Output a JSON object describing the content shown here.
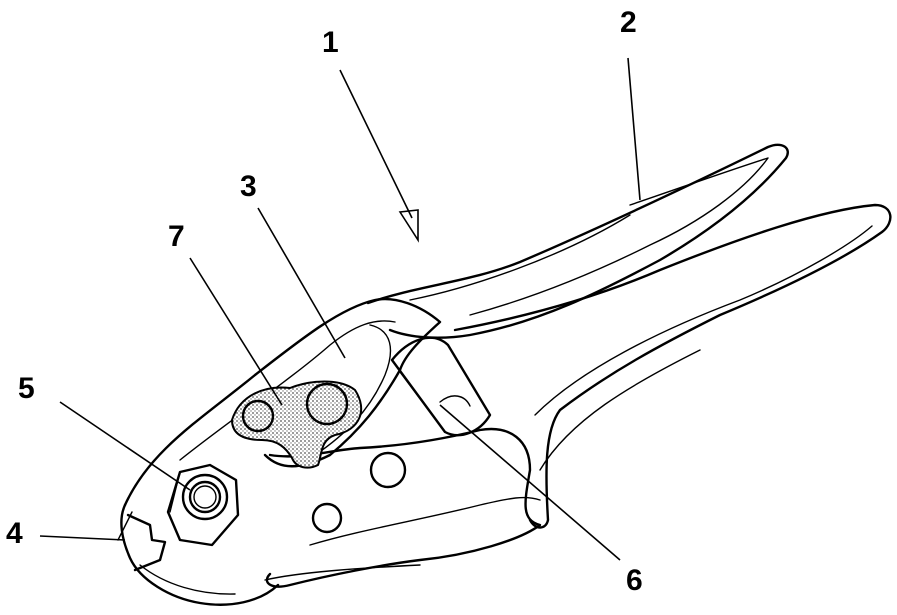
{
  "figure": {
    "labels": {
      "ref_1": "1",
      "ref_2": "2",
      "ref_3": "3",
      "ref_4": "4",
      "ref_5": "5",
      "ref_6": "6",
      "ref_7": "7"
    },
    "colors": {
      "ink": "#000000",
      "background": "#ffffff",
      "stipple_plate": "#c8c8c8"
    }
  }
}
